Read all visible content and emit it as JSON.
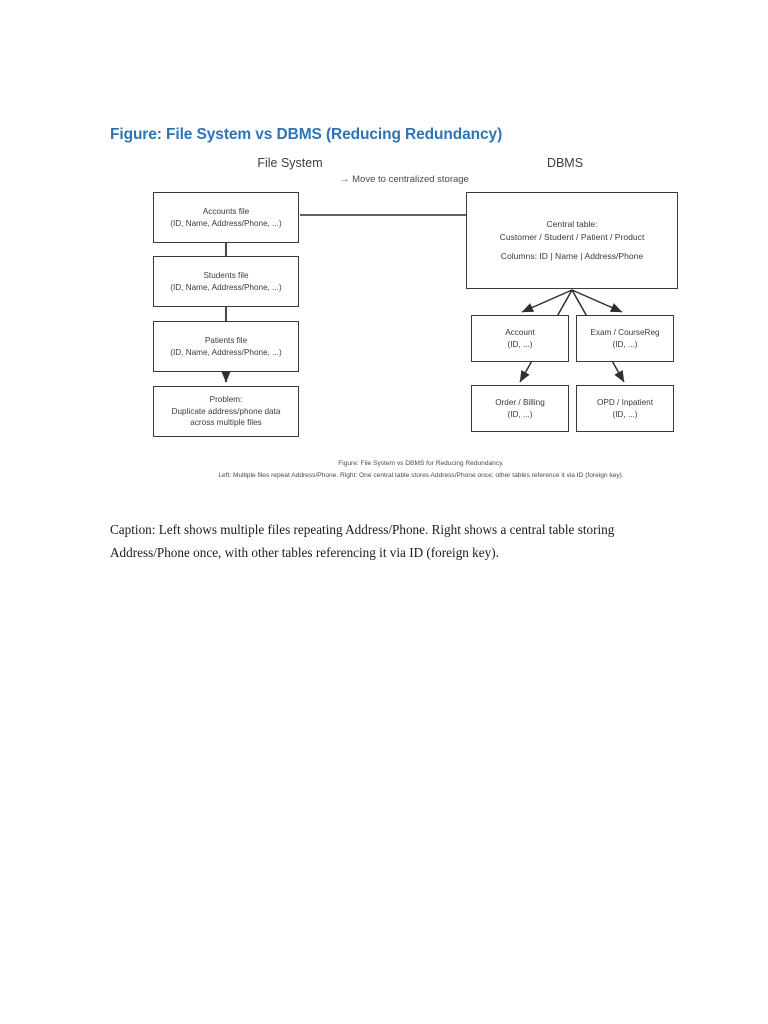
{
  "document": {
    "heading": "Figure: File System vs DBMS (Reducing Redundancy)",
    "heading_color": "#2E74B5",
    "body_caption": "Caption: Left shows multiple files repeating Address/Phone. Right shows a central table storing Address/Phone once, with other tables referencing it via ID (foreign key)."
  },
  "figure": {
    "left_column_title": "File System",
    "right_column_title": "DBMS",
    "transition_label": "→ Move to centralized storage",
    "caption_line1": "Figure: File System vs DBMS for Reducing Redundancy.",
    "caption_line2": "Left: Multiple files repeat Address/Phone. Right: One central table stores Address/Phone once; other tables reference it via ID (foreign key).",
    "line_color": "#3a3a3a",
    "text_color": "#3a3a3a",
    "left_nodes": [
      {
        "id": "accounts",
        "line1": "Accounts file",
        "line2": "(ID, Name, Address/Phone, ...)"
      },
      {
        "id": "students",
        "line1": "Students file",
        "line2": "(ID, Name, Address/Phone, ...)"
      },
      {
        "id": "patients",
        "line1": "Patients file",
        "line2": "(ID, Name, Address/Phone, ...)"
      },
      {
        "id": "problem",
        "line1": "Problem:",
        "line2": "Duplicate address/phone data",
        "line3": "across multiple files"
      }
    ],
    "central_node": {
      "line1": "Central table:",
      "line2": "Customer / Student / Patient / Product",
      "line3": "Columns: ID | Name | Address/Phone"
    },
    "child_nodes": [
      {
        "id": "account",
        "line1": "Account",
        "line2": "(ID, ...)"
      },
      {
        "id": "exam",
        "line1": "Exam / CourseReg",
        "line2": "(ID, ...)"
      },
      {
        "id": "order",
        "line1": "Order / Billing",
        "line2": "(ID, ...)"
      },
      {
        "id": "opd",
        "line1": "OPD / Inpatient",
        "line2": "(ID, ...)"
      }
    ]
  }
}
